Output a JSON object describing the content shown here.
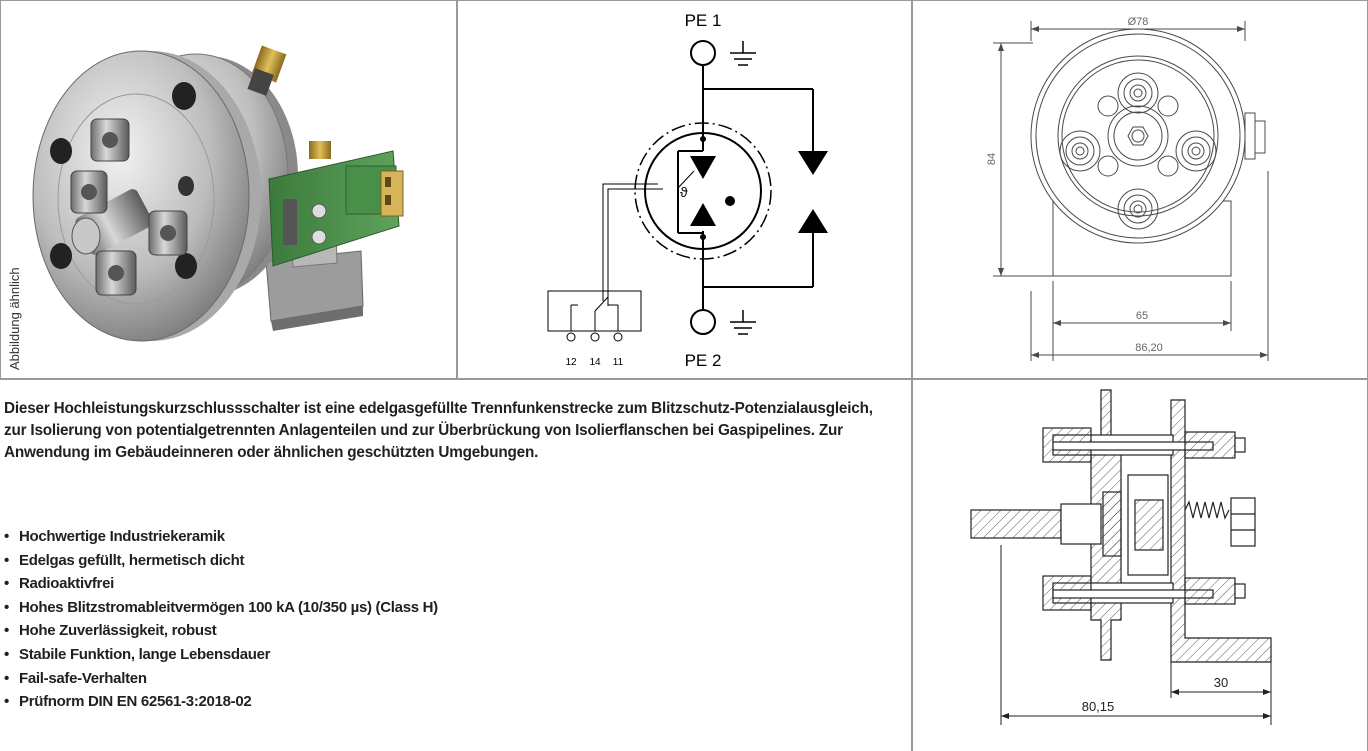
{
  "photo": {
    "caption": "Abbildung ähnlich"
  },
  "schematic": {
    "pe1": "PE 1",
    "pe2": "PE 2",
    "theta": "ϑ",
    "terminals": [
      "12",
      "14",
      "11"
    ]
  },
  "front_drawing": {
    "diameter": "Ø78",
    "height": "84",
    "base_width": "65",
    "total_width": "86,20"
  },
  "section_drawing": {
    "dim_small": "30",
    "dim_large": "80,15"
  },
  "description": "Dieser Hochleistungskurzschlussschalter ist eine edelgasgefüllte Trennfunkenstrecke zum Blitzschutz-Potenzialausgleich, zur Isolierung von potentialgetrennten Anlagenteilen und zur Überbrückung von Isolierflanschen bei Gaspipelines. Zur Anwendung im Gebäudeinneren oder ähnlichen geschützten Umgebungen.",
  "features": [
    "Hochwertige Industriekeramik",
    "Edelgas gefüllt, hermetisch dicht",
    "Radioaktivfrei",
    "Hohes Blitzstromableitvermögen 100 kA (10/350 µs) (Class H)",
    "Hohe Zuverlässigkeit, robust",
    "Stabile Funktion, lange Lebensdauer",
    "Fail-safe-Verhalten",
    "Prüfnorm DIN EN 62561-3:2018-02"
  ]
}
